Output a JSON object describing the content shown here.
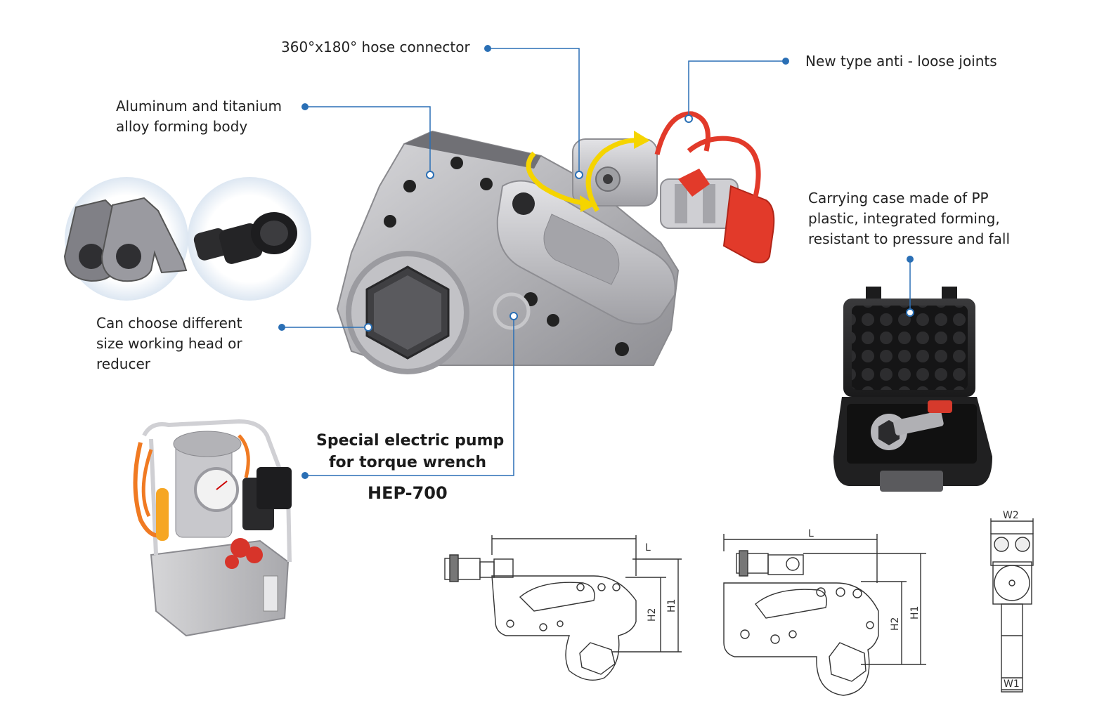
{
  "callouts": {
    "hose_connector": "360°x180° hose connector",
    "anti_loose": "New type anti - loose joints",
    "body": [
      "Aluminum and titanium",
      "alloy forming body"
    ],
    "working_head": [
      "Can choose different",
      "size working head or",
      "reducer"
    ],
    "carrying_case": [
      "Carrying case made of PP",
      "plastic, integrated forming,",
      "resistant to pressure and fall"
    ]
  },
  "pump": {
    "title_lines": [
      "Special electric pump",
      "for torque wrench"
    ],
    "model": "HEP-700"
  },
  "dimensions": {
    "side_view_1": {
      "length": "L",
      "h1": "H1",
      "h2": "H2"
    },
    "side_view_2": {
      "length": "L",
      "h1": "H1",
      "h2": "H2"
    },
    "front_view": {
      "w1": "W1",
      "w2": "W2"
    }
  },
  "colors": {
    "leader_line": "#2a6fb5",
    "hose_red": "#e23a2a",
    "arrow_yellow": "#f5d400",
    "steel": "#b9b9bd"
  }
}
